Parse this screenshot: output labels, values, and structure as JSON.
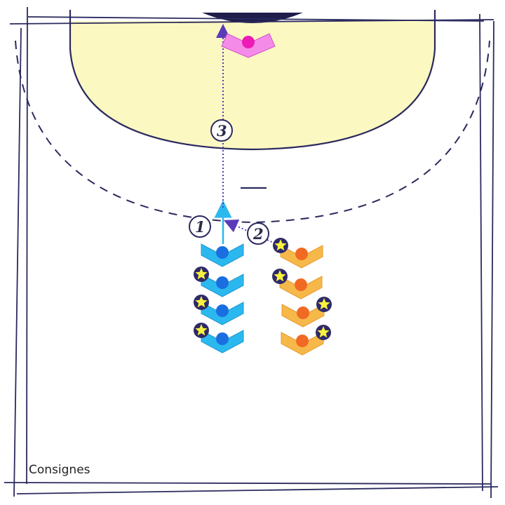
{
  "caption": "Consignes",
  "colors": {
    "court_line": "#2b2a5e",
    "goal_area": "#fbf8c2",
    "goal": "#1f1d4a",
    "team_blue": "#2bb8ee",
    "team_blue_dot": "#1a6fe0",
    "team_orange": "#f7b84a",
    "team_orange_dot": "#f06a23",
    "goalkeeper": "#f58be8",
    "goalkeeper_dot": "#ec1ab6",
    "star": "#f8f23c",
    "star_ring": "#2e2a6a",
    "pass_arrow": "#5a3cb8",
    "run_arrow": "#2bb8ee"
  },
  "steps": [
    {
      "id": "step-1",
      "label": "1"
    },
    {
      "id": "step-2",
      "label": "2"
    },
    {
      "id": "step-3",
      "label": "3"
    }
  ],
  "players": {
    "blue_column": [
      {
        "has_ball_star": false
      },
      {
        "has_ball_star": true
      },
      {
        "has_ball_star": true
      },
      {
        "has_ball_star": true
      }
    ],
    "orange_column": [
      {
        "has_ball_star": true
      },
      {
        "has_ball_star": true
      },
      {
        "has_ball_star": true
      },
      {
        "has_ball_star": true
      }
    ],
    "goalkeeper": {
      "has_ball_star": false
    }
  },
  "icons": {
    "star": "ball-star-icon",
    "player": "chevron-player-icon"
  }
}
